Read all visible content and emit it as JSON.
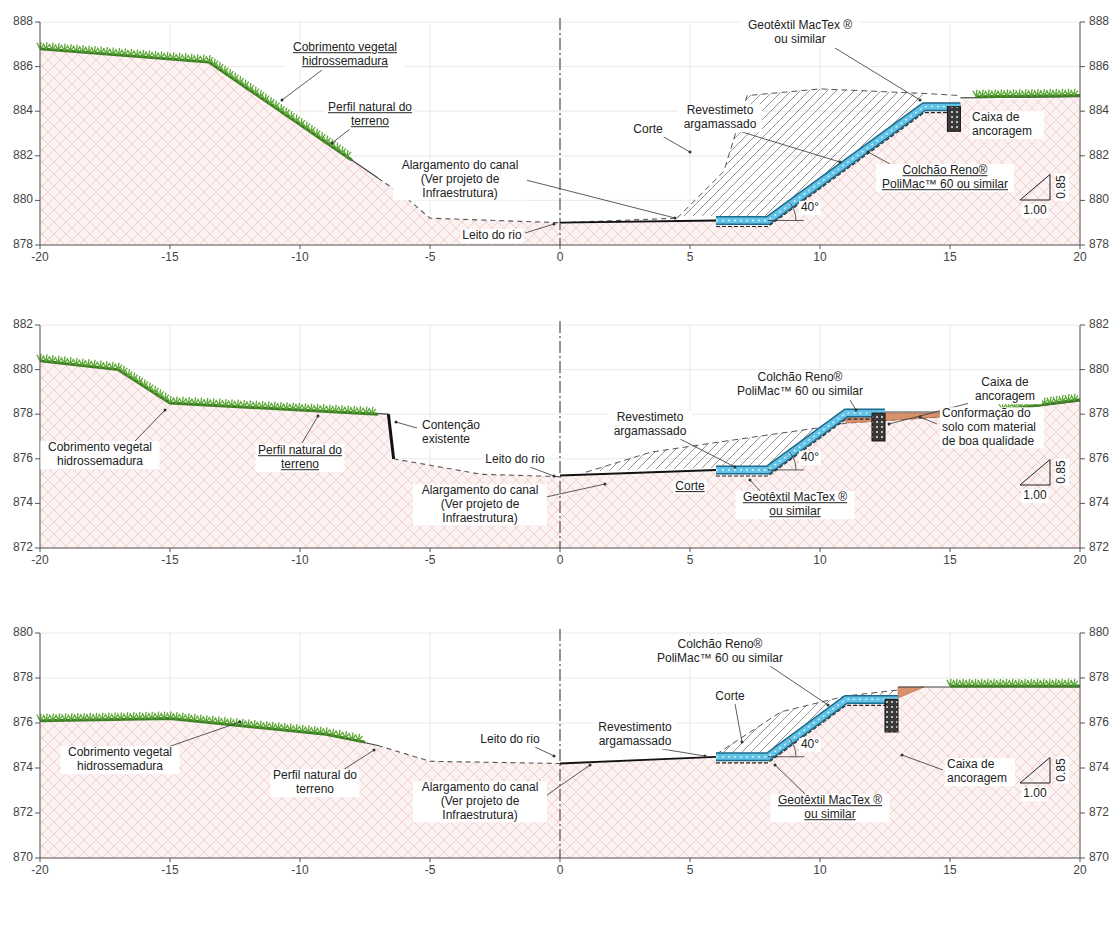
{
  "diagram": {
    "labels": [
      "Cobrimento vegetal hidrossemadura",
      "Perfil natural do terreno",
      "Geotêxtil MacTex ® ou similar",
      "Revestimeto argamassado",
      "Corte",
      "Alargamento do canal (Ver projeto de Infraestrutura)",
      "Leito do rio",
      "Caixa de ancoragem",
      "Colchão Reno® PoliMac™ 60 ou similar",
      "0.85",
      "1.00",
      "40°",
      "888",
      "886",
      "884",
      "882",
      "880",
      "878",
      "888",
      "886",
      "884",
      "882",
      "880",
      "878",
      "-20",
      "-15",
      "-10",
      "-5",
      "0",
      "5",
      "10",
      "15",
      "20",
      "Colchão Reno® PoliMac™ 60 ou similar",
      "Caixa de ancoragem",
      "Cobrimento vegetal hidrossemadura",
      "Perfil natural do terreno",
      "Contenção existente",
      "Revestimeto argamassado",
      "Leito do rio",
      "Corte",
      "Geotêxtil MacTex ® ou similar",
      "Conformação do solo com material de boa qualidade",
      "Alargamento do canal (Ver projeto de Infraestrutura)",
      "0.85",
      "1.00",
      "40°",
      "882",
      "880",
      "878",
      "876",
      "874",
      "872",
      "882",
      "880",
      "878",
      "876",
      "874",
      "872",
      "-20",
      "-15",
      "-10",
      "-5",
      "0",
      "5",
      "10",
      "15",
      "20",
      "Colchão Reno® PoliMac™ 60 ou similar",
      "Corte",
      "Revestimento argamassado",
      "Leito do rio",
      "Cobrimento vegetal hidrossemadura",
      "Perfil natural do terreno",
      "Caixa de ancoragem",
      "Alargamento do canal (Ver projeto de Infraestrutura)",
      "Geotêxtil MacTex ® ou similar",
      "0.85",
      "1.00",
      "40°",
      "880",
      "878",
      "876",
      "874",
      "872",
      "870",
      "880",
      "878",
      "876",
      "874",
      "872",
      "870",
      "-20",
      "-15",
      "-10",
      "-5",
      "0",
      "5",
      "10",
      "15",
      "20"
    ]
  }
}
